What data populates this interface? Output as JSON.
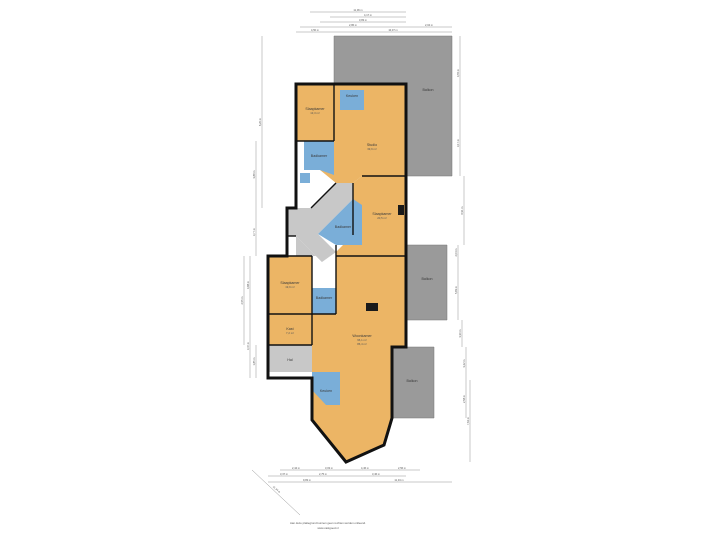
{
  "colors": {
    "living": "#ecb565",
    "wet": "#7aaed8",
    "hall": "#c8c8c8",
    "terrace": "#9a9a9a",
    "wall": "#111111",
    "dim": "#666666",
    "background": "#ffffff"
  },
  "rooms": {
    "slaapkamer1": {
      "name": "Slaapkamer",
      "area": "13,3 m²"
    },
    "keuken": {
      "name": "Keuken",
      "area": ""
    },
    "studio": {
      "name": "Studio",
      "area": "39,9 m²"
    },
    "badkamer1": {
      "name": "Badkamer",
      "area": ""
    },
    "slaapkamer2": {
      "name": "Slaapkamer",
      "area": "20,5 m²"
    },
    "badkamer2": {
      "name": "Badkamer",
      "area": ""
    },
    "slaapkamer3": {
      "name": "Slaapkamer",
      "area": "19,9 m²"
    },
    "badkamer3": {
      "name": "Badkamer",
      "area": ""
    },
    "kast": {
      "name": "Kast",
      "area": "7,2 m²"
    },
    "woonkamer": {
      "name": "Woonkamer",
      "area": "96,1 m²",
      "area2": "86,4 m²"
    },
    "hal": {
      "name": "Hal",
      "area": ""
    },
    "keuken2": {
      "name": "Keuken",
      "area": ""
    },
    "balkon1": {
      "name": "Balkon",
      "area": ""
    },
    "balkon2": {
      "name": "Balkon",
      "area": ""
    },
    "balkon3": {
      "name": "Balkon",
      "area": ""
    }
  },
  "dimensions": {
    "top": [
      "11,06 m",
      "4,17 m",
      "3,83 m",
      "2,86 m",
      "4,50 m",
      "10,07 m",
      "2,04 m"
    ],
    "bottom": [
      "2,44 m",
      "3,03 m",
      "4,46 m",
      "2,56 m",
      "3,37 m",
      "2,75 m",
      "3,46 m",
      "9,83 m",
      "11,34 m"
    ],
    "left": [
      "6,20 m",
      "3,88 m",
      "3,77 m",
      "4,88 m",
      "2,55 m",
      "3,47 m",
      "1,85 m"
    ],
    "right": [
      "4,55 m",
      "3,17 m",
      "6,91 m",
      "2,04 m",
      "5,83 m",
      "3,30 m",
      "3,22 m",
      "2,58 m",
      "7,62 m"
    ]
  },
  "footer": {
    "line1": "Aan deze plattegrond kunnen geen rechten worden ontleend.",
    "line2": "www.vastgoed.nl"
  }
}
